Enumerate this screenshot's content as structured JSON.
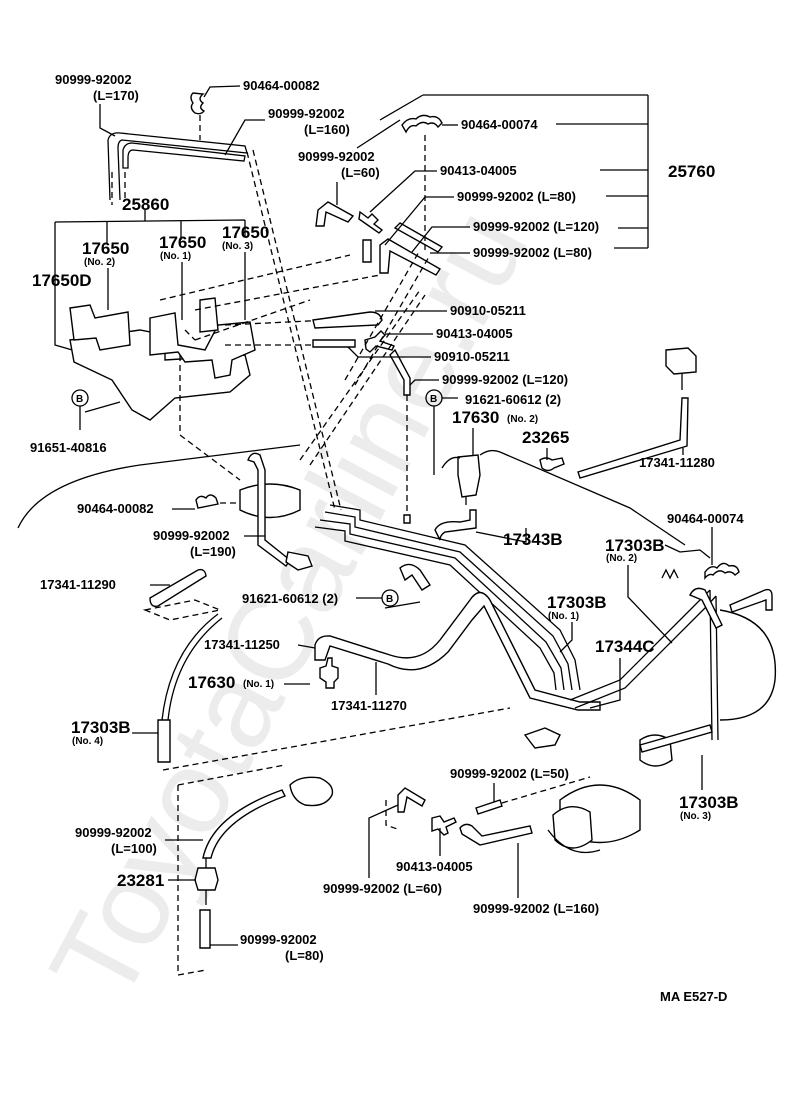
{
  "diagram": {
    "title_code": "MA  E527-D",
    "watermark": "ToyotaCarline.ru",
    "bolt_marker": "B",
    "callouts": [
      {
        "id": "c1",
        "part": "90999-92002",
        "note": "(L=170)"
      },
      {
        "id": "c2",
        "part": "90464-00082",
        "note": ""
      },
      {
        "id": "c3",
        "part": "90999-92002",
        "note": "(L=160)"
      },
      {
        "id": "c4",
        "part": "90999-92002",
        "note": "(L=60)"
      },
      {
        "id": "c5",
        "part": "90464-00074",
        "note": ""
      },
      {
        "id": "c6",
        "part": "90413-04005",
        "note": ""
      },
      {
        "id": "c7",
        "part": "25760",
        "note": ""
      },
      {
        "id": "c8",
        "part": "90999-92002 (L=80)",
        "note": ""
      },
      {
        "id": "c9",
        "part": "90999-92002 (L=120)",
        "note": ""
      },
      {
        "id": "c10",
        "part": "90999-92002 (L=80)",
        "note": ""
      },
      {
        "id": "c11",
        "part": "25860",
        "note": ""
      },
      {
        "id": "c12",
        "part": "17650",
        "note": "(No. 2)"
      },
      {
        "id": "c13",
        "part": "17650",
        "note": "(No. 1)"
      },
      {
        "id": "c14",
        "part": "17650",
        "note": "(No. 3)"
      },
      {
        "id": "c15",
        "part": "17650D",
        "note": ""
      },
      {
        "id": "c16",
        "part": "90910-05211",
        "note": ""
      },
      {
        "id": "c17",
        "part": "90413-04005",
        "note": ""
      },
      {
        "id": "c18",
        "part": "90910-05211",
        "note": ""
      },
      {
        "id": "c19",
        "part": "90999-92002 (L=120)",
        "note": ""
      },
      {
        "id": "c20",
        "part": "91621-60612 (2)",
        "note": ""
      },
      {
        "id": "c21",
        "part": "17630",
        "note": "(No. 2)"
      },
      {
        "id": "c22",
        "part": "23265",
        "note": ""
      },
      {
        "id": "c23",
        "part": "17341-11280",
        "note": ""
      },
      {
        "id": "c24",
        "part": "91651-40816",
        "note": ""
      },
      {
        "id": "c25",
        "part": "90464-00082",
        "note": ""
      },
      {
        "id": "c26",
        "part": "90999-92002",
        "note": "(L=190)"
      },
      {
        "id": "c27",
        "part": "17343B",
        "note": ""
      },
      {
        "id": "c28",
        "part": "90464-00074",
        "note": ""
      },
      {
        "id": "c29",
        "part": "17303B",
        "note": "(No. 2)"
      },
      {
        "id": "c30",
        "part": "17341-11290",
        "note": ""
      },
      {
        "id": "c31",
        "part": "91621-60612 (2)",
        "note": ""
      },
      {
        "id": "c32",
        "part": "17303B",
        "note": "(No. 1)"
      },
      {
        "id": "c33",
        "part": "17341-11250",
        "note": ""
      },
      {
        "id": "c34",
        "part": "17344C",
        "note": ""
      },
      {
        "id": "c35",
        "part": "17630",
        "note": "(No. 1)"
      },
      {
        "id": "c36",
        "part": "17341-11270",
        "note": ""
      },
      {
        "id": "c37",
        "part": "17303B",
        "note": "(No. 4)"
      },
      {
        "id": "c38",
        "part": "90999-92002 (L=50)",
        "note": ""
      },
      {
        "id": "c39",
        "part": "17303B",
        "note": "(No. 3)"
      },
      {
        "id": "c40",
        "part": "90999-92002",
        "note": "(L=100)"
      },
      {
        "id": "c41",
        "part": "23281",
        "note": ""
      },
      {
        "id": "c42",
        "part": "90413-04005",
        "note": ""
      },
      {
        "id": "c43",
        "part": "90999-92002 (L=60)",
        "note": ""
      },
      {
        "id": "c44",
        "part": "90999-92002 (L=160)",
        "note": ""
      },
      {
        "id": "c45",
        "part": "90999-92002",
        "note": "(L=80)"
      }
    ]
  }
}
